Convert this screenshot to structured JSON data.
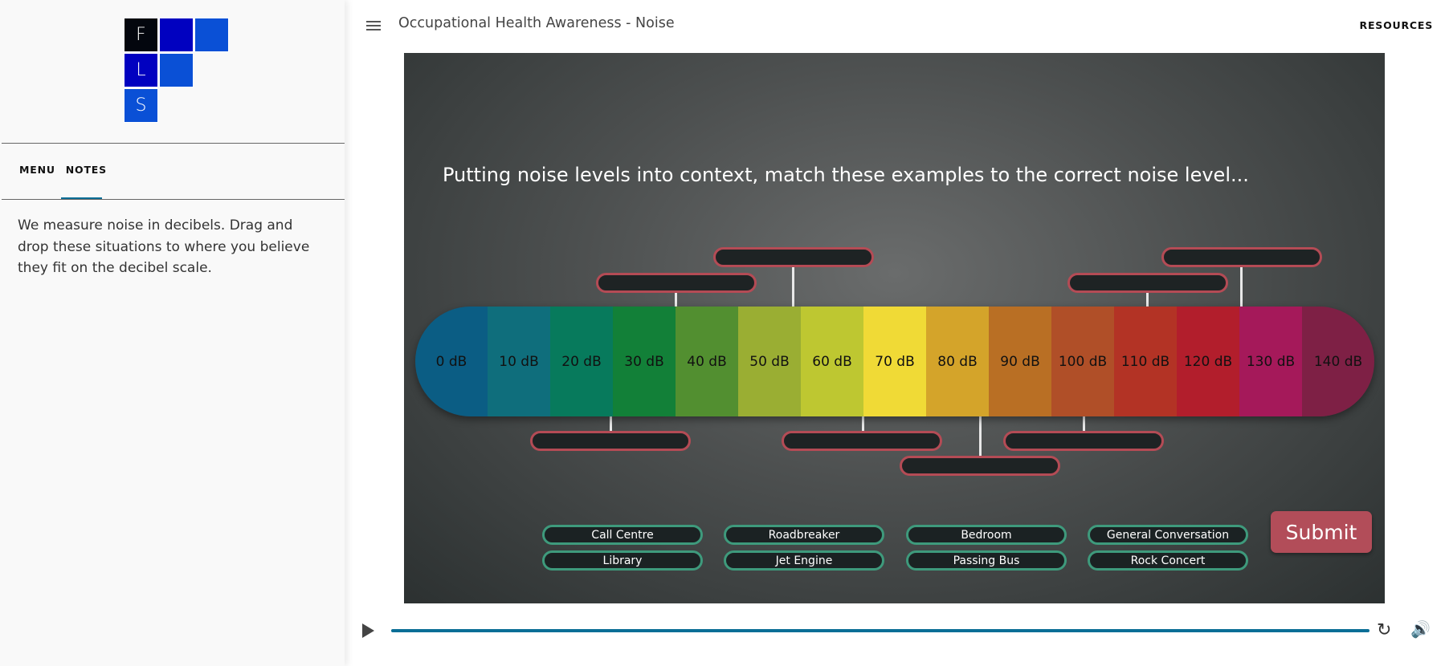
{
  "logo": {
    "letters": [
      "F",
      "L",
      "S"
    ],
    "colors": {
      "dark": "#03060e",
      "navy": "#0101c0",
      "blue": "#0a50d6"
    }
  },
  "sidebar": {
    "tabs": [
      {
        "label": "MENU"
      },
      {
        "label": "NOTES",
        "active": true
      }
    ],
    "notes": "We measure noise in decibels. Drag and drop these situations to where you believe they fit on the decibel scale."
  },
  "header": {
    "title": "Occupational Health Awareness - Noise",
    "resources_label": "RESOURCES"
  },
  "stage": {
    "heading": "Putting noise levels into context, match these examples to the correct noise level...",
    "scale": [
      {
        "label": "0 dB",
        "color": "#0b5d84"
      },
      {
        "label": "10 dB",
        "color": "#0f6e7c"
      },
      {
        "label": "20 dB",
        "color": "#077a5c"
      },
      {
        "label": "30 dB",
        "color": "#128038"
      },
      {
        "label": "40 dB",
        "color": "#528f30"
      },
      {
        "label": "50 dB",
        "color": "#9aae33"
      },
      {
        "label": "60 dB",
        "color": "#bec731"
      },
      {
        "label": "70 dB",
        "color": "#f0da36"
      },
      {
        "label": "80 dB",
        "color": "#d4a42a"
      },
      {
        "label": "90 dB",
        "color": "#b96f24"
      },
      {
        "label": "100 dB",
        "color": "#b04f28"
      },
      {
        "label": "110 dB",
        "color": "#b33325"
      },
      {
        "label": "120 dB",
        "color": "#b21e2c"
      },
      {
        "label": "130 dB",
        "color": "#a5195a"
      },
      {
        "label": "140 dB",
        "color": "#7e2045"
      }
    ],
    "options": [
      "Call Centre",
      "Roadbreaker",
      "Bedroom",
      "General Conversation",
      "Library",
      "Jet Engine",
      "Passing Bus",
      "Rock Concert"
    ],
    "submit_label": "Submit"
  },
  "player": {
    "progress": 1.0,
    "accent": "#0a6e96"
  }
}
